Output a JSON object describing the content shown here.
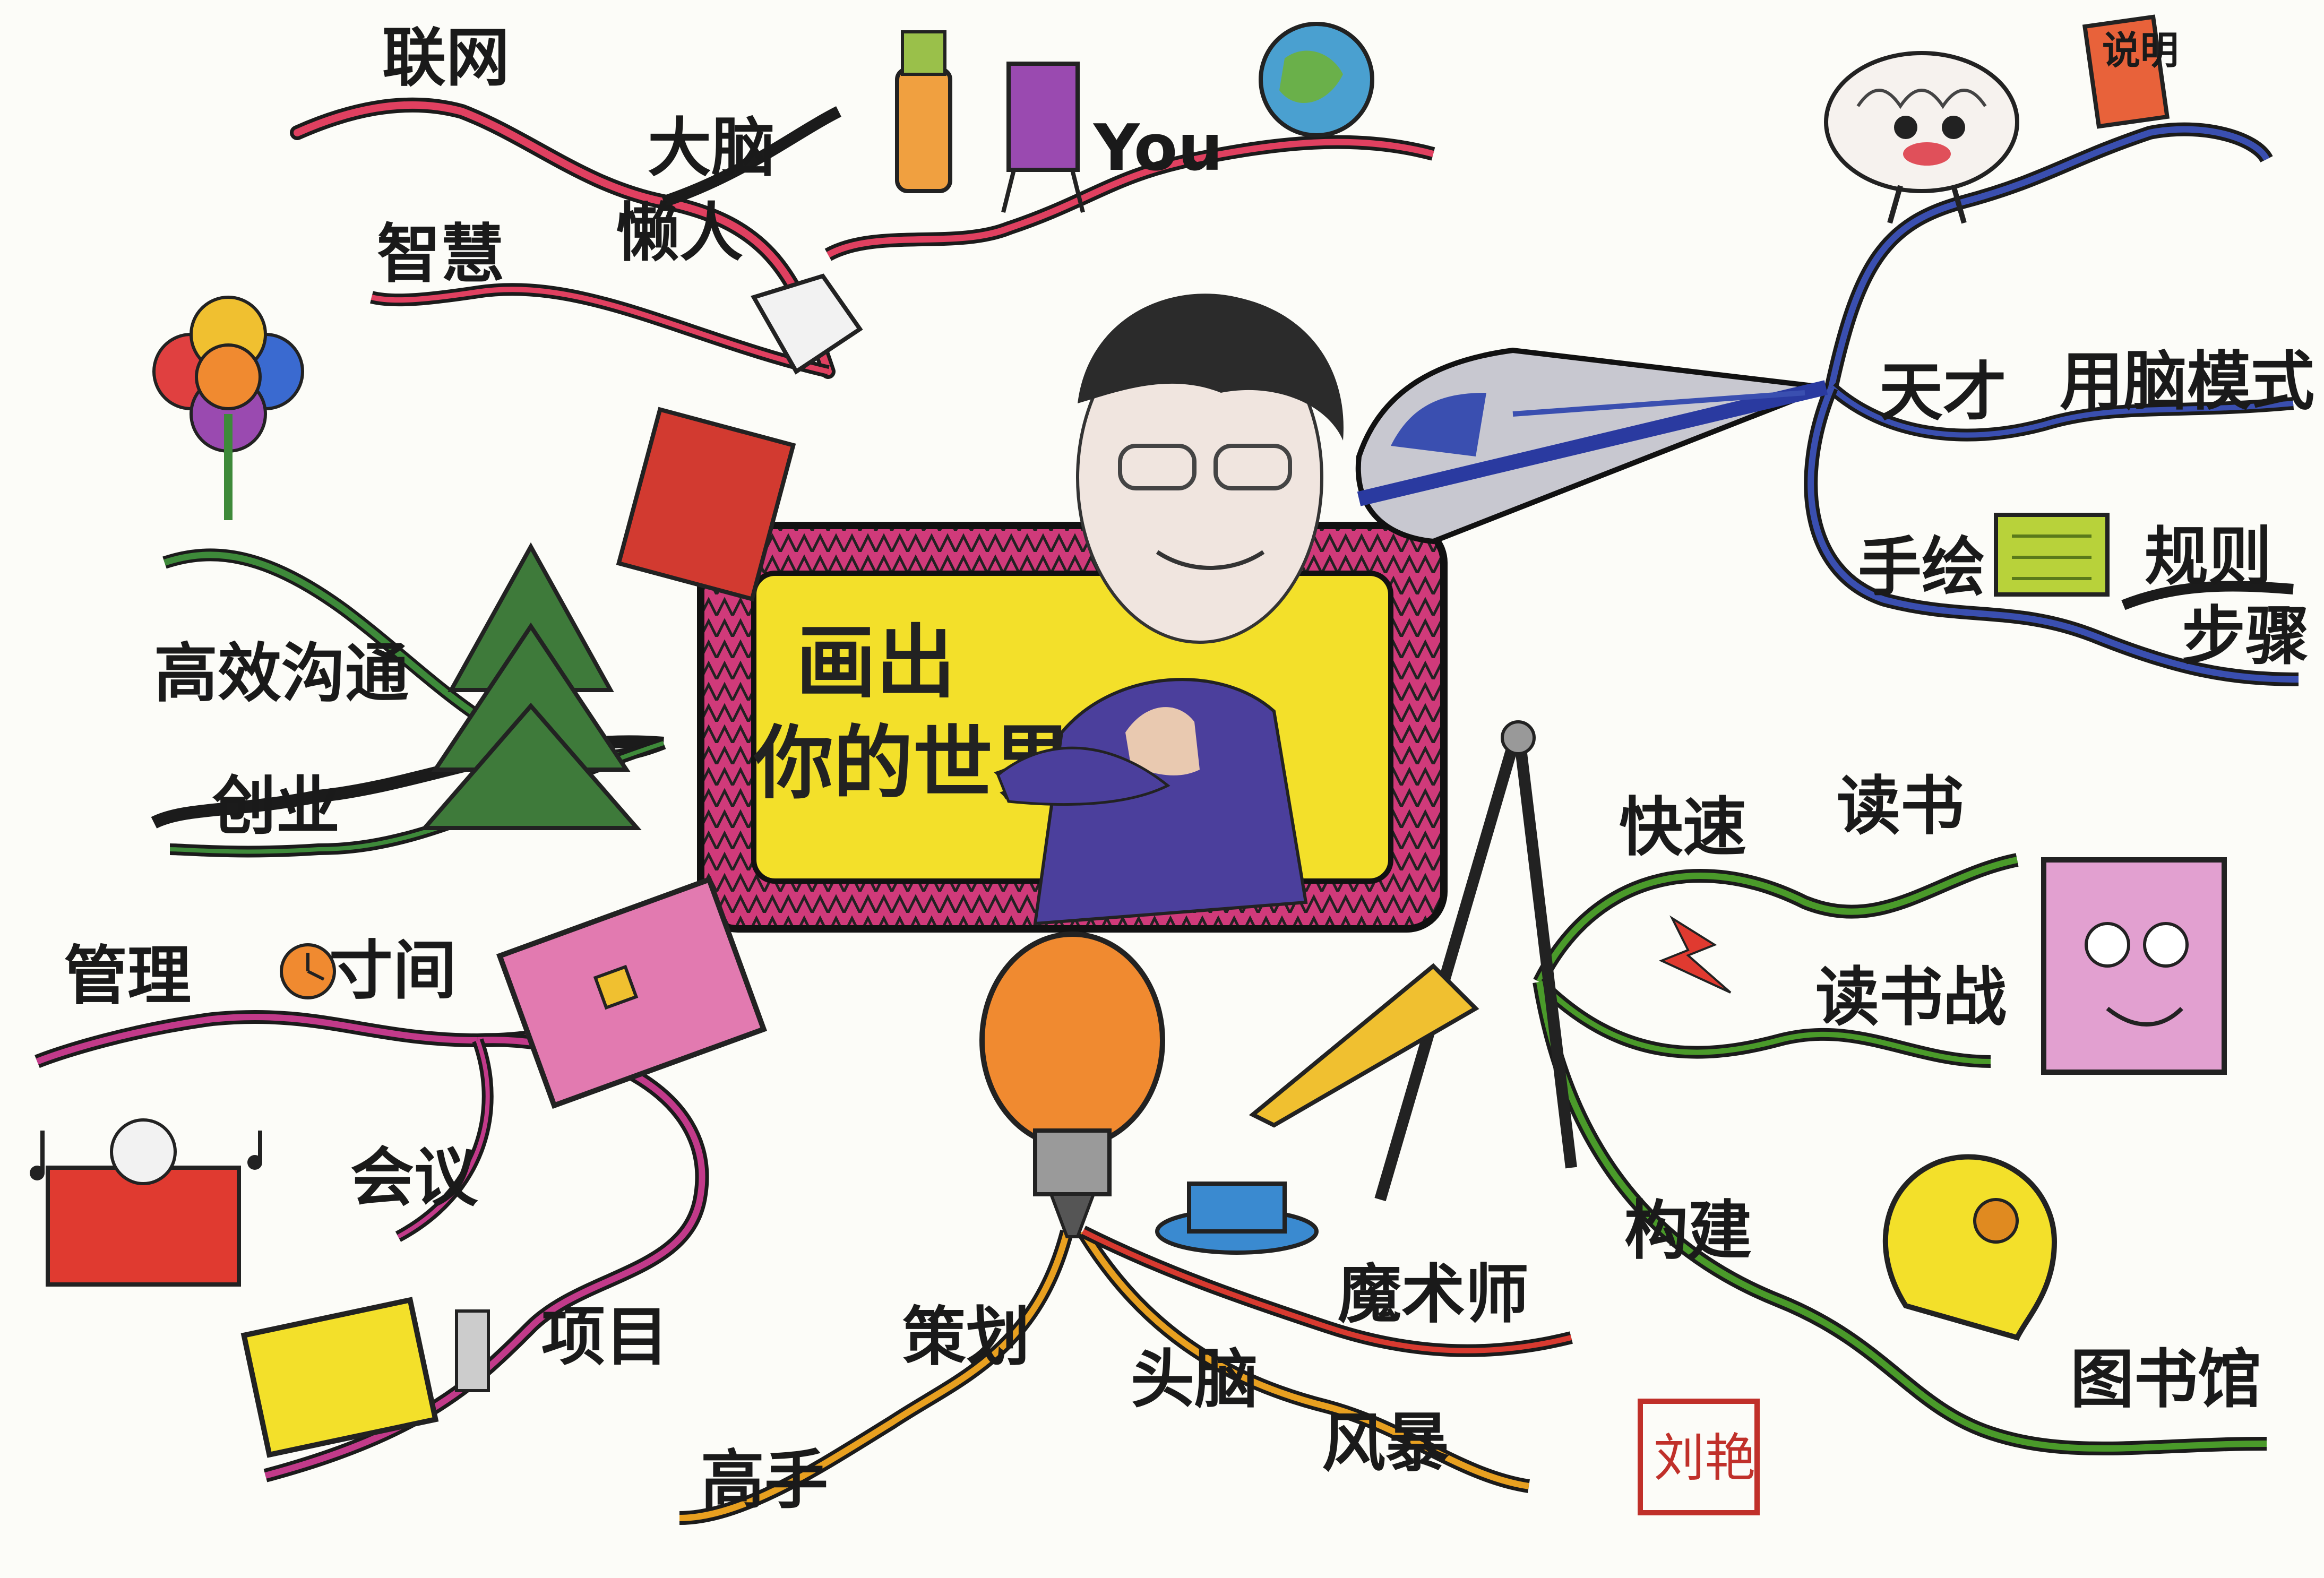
{
  "center": {
    "line1": "画出",
    "line2": "你的世界"
  },
  "branches": {
    "top": {
      "color": "#d93a5a",
      "labels": [
        "联网",
        "大脑",
        "智慧",
        "懒人"
      ],
      "you_label": "You"
    },
    "right_top": {
      "color": "#3a4fb0",
      "labels": [
        "天才",
        "用脑模式",
        "手绘",
        "规则",
        "步骤"
      ],
      "note_label": "说明"
    },
    "left_top": {
      "color": "#3e8a3a",
      "labels": [
        "高效沟通",
        "创业"
      ]
    },
    "left_bottom": {
      "color": "#c23a8a",
      "labels": [
        "管理",
        "寸间",
        "会议",
        "项目"
      ]
    },
    "bottom": {
      "color": "#e8a020",
      "labels": [
        "高手",
        "策划",
        "头脑",
        "风暴",
        "魔术师"
      ]
    },
    "right_bottom": {
      "color": "#4a9a2a",
      "labels": [
        "快速",
        "读书",
        "读书战",
        "构建",
        "图书馆"
      ]
    }
  },
  "stamp": {
    "text": "刘艳"
  },
  "icons": [
    "person-photo-icon",
    "train-icon",
    "brain-icon",
    "book-note-icon",
    "chip-icon",
    "globe-icon",
    "toothpaste-icon",
    "easel-icon",
    "robot-cup-icon",
    "flower-icon",
    "tree-icon",
    "briefcase-icon",
    "clock-icon",
    "book-character-icon",
    "monitor-icon",
    "lightbulb-icon",
    "hat-icon",
    "compass-icon",
    "ruler-icon",
    "book-face-icon",
    "lightning-icon",
    "head-gears-icon",
    "music-note-icon"
  ]
}
